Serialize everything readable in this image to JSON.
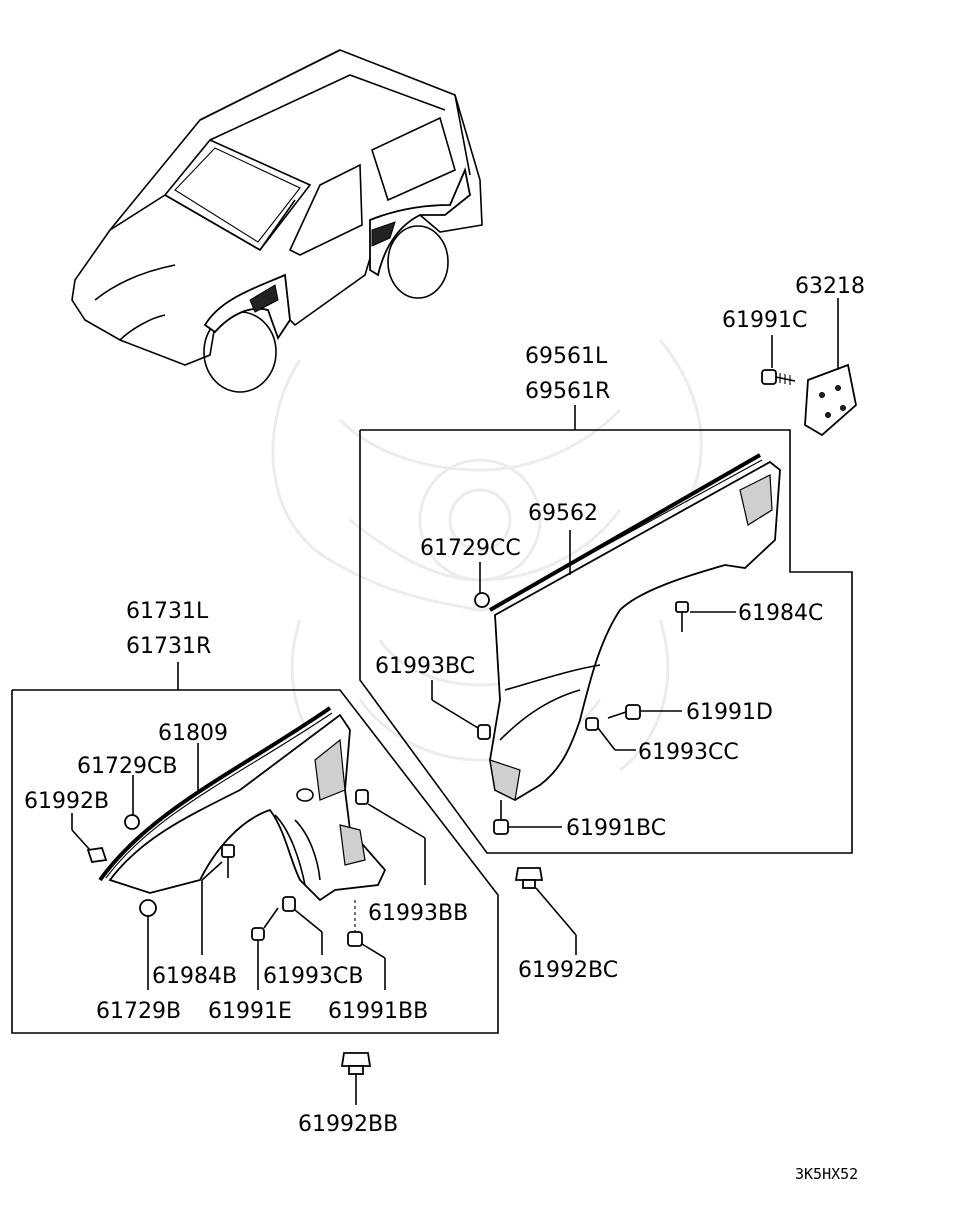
{
  "diagram": {
    "colors": {
      "ink": "#000000",
      "background": "#ffffff",
      "watermark": "#ececec"
    },
    "labels": {
      "p63218": "63218",
      "p61991C": "61991C",
      "p69561L": "69561L",
      "p69561R": "69561R",
      "p69562": "69562",
      "p61729CC": "61729CC",
      "p61984C": "61984C",
      "p61993BC": "61993BC",
      "p61991D": "61991D",
      "p61993CC": "61993CC",
      "p61991BC": "61991BC",
      "p61992BC": "61992BC",
      "p61731L": "61731L",
      "p61731R": "61731R",
      "p61809": "61809",
      "p61729CB": "61729CB",
      "p61992B": "61992B",
      "p61993BB": "61993BB",
      "p61984B": "61984B",
      "p61993CB": "61993CB",
      "p61729B": "61729B",
      "p61991E": "61991E",
      "p61991BB": "61991BB",
      "p61992BB": "61992BB"
    },
    "diagram_code": "3K5HX52",
    "icons": {
      "vehicle": "suv-outline-icon",
      "watermark": "logo-watermark-icon"
    }
  }
}
